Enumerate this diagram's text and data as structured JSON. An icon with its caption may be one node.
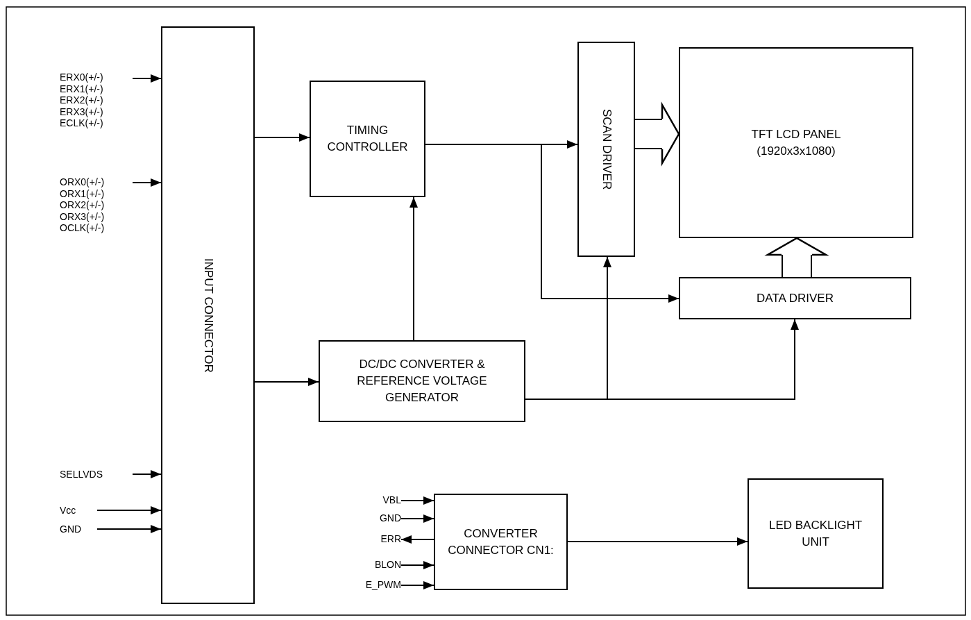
{
  "diagram": {
    "nodes": [
      {
        "text": [
          "ERX0(+/-) ERX1(+/-) ERX2(+/-) ERX3(+/-) ECLK(+/-)"
        ]
      },
      {
        "text": [
          "ORX0(+/-) ORX1(+/-) ORX2(+/-) ORX3(+/-) OCLK(+/-)"
        ]
      },
      {
        "text": [
          "SELLVDS"
        ]
      },
      {
        "text": [
          "Vcc"
        ]
      },
      {
        "text": [
          "GND"
        ]
      },
      {
        "text": [
          "INPUT CONNECTOR"
        ]
      },
      {
        "text": [
          "TIMING CONTROLLER"
        ]
      },
      {
        "text": [
          "SCAN DRIVER"
        ]
      },
      {
        "text": [
          "TFT LCD PANEL (1920x3x1080)"
        ]
      },
      {
        "text": [
          "DC/DC CONVERTER & REFERENCE VOLTAGE GENERATOR"
        ]
      },
      {
        "text": [
          "DATA DRIVER"
        ]
      },
      {
        "text": [
          "VBL"
        ]
      },
      {
        "text": [
          "GND"
        ]
      },
      {
        "text": [
          "ERR"
        ]
      },
      {
        "text": [
          "BLON"
        ]
      },
      {
        "text": [
          "E_PWM"
        ]
      },
      {
        "text": [
          "CONVERTER CONNECTOR CN1:"
        ]
      },
      {
        "text": [
          "LED BACKLIGHT UNIT"
        ]
      }
    ],
    "edges": [
      {
        "from": 0,
        "to": 5,
        "arrow": "to"
      },
      {
        "from": 1,
        "to": 5,
        "arrow": "to"
      },
      {
        "from": 2,
        "to": 5,
        "arrow": "to"
      },
      {
        "from": 3,
        "to": 5,
        "arrow": "to"
      },
      {
        "from": 4,
        "to": 5,
        "arrow": "to"
      },
      {
        "from": 5,
        "to": 6,
        "arrow": "to"
      },
      {
        "from": 5,
        "to": 9,
        "arrow": "to"
      },
      {
        "from": 6,
        "to": 7,
        "arrow": "to"
      },
      {
        "from": 6,
        "to": 10,
        "arrow": "to"
      },
      {
        "from": 9,
        "to": 6,
        "arrow": "to"
      },
      {
        "from": 9,
        "to": 7,
        "arrow": "to"
      },
      {
        "from": 9,
        "to": 10,
        "arrow": "to"
      },
      {
        "from": 7,
        "to": 8,
        "arrow": "to",
        "style": "thick"
      },
      {
        "from": 10,
        "to": 8,
        "arrow": "to",
        "style": "thick"
      },
      {
        "from": 11,
        "to": 16,
        "arrow": "to"
      },
      {
        "from": 12,
        "to": 16,
        "arrow": "to"
      },
      {
        "from": 14,
        "to": 16,
        "arrow": "to"
      },
      {
        "from": 15,
        "to": 16,
        "arrow": "to"
      },
      {
        "from": 16,
        "to": 13,
        "arrow": "to"
      },
      {
        "from": 16,
        "to": 17,
        "arrow": "to"
      }
    ]
  }
}
